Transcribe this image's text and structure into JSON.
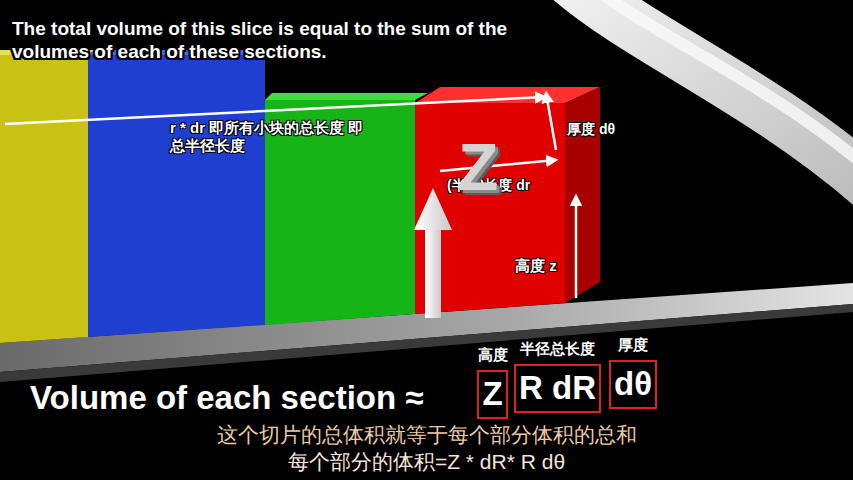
{
  "diagram": {
    "nodes": [
      {
        "text": [
          "高度",
          "Z"
        ]
      },
      {
        "text": [
          "半径总长度",
          "R dR"
        ]
      },
      {
        "text": [
          "厚度",
          "dθ"
        ]
      }
    ],
    "labels": [
      "The total volume of this slice is equal to the sum of the volumes of each of these sections.",
      "r * dr 即所有小块的总长度 即总半径长度",
      "厚度 dθ",
      "(半径)长度 dr",
      "Z",
      "高度 z",
      "Volume of each section ≈",
      "这个切片的总体积就等于每个部分体积的总和",
      "每个部分的体积=Z * dR* R dθ"
    ]
  }
}
